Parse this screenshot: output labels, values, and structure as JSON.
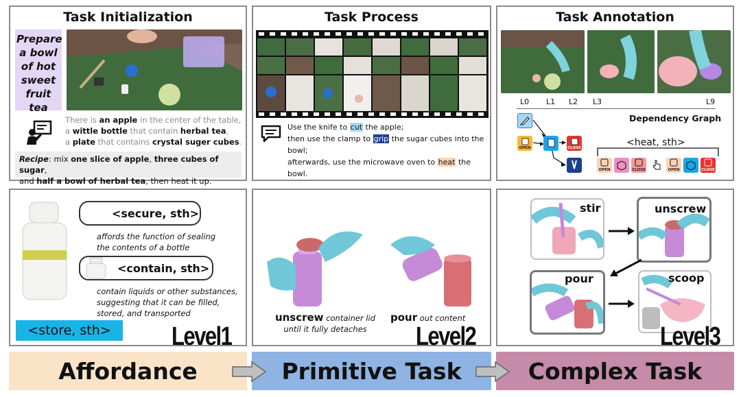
{
  "panels": {
    "init_title": "Task Initialization",
    "process_title": "Task Process",
    "annot_title": "Task Annotation"
  },
  "init": {
    "task_lines": [
      "Prepare",
      "a bowl",
      "of hot",
      "sweet",
      "fruit tea"
    ],
    "scene": {
      "p1": "There is ",
      "b1": "an apple",
      "p2": " in the center of the table,",
      "p3": "a ",
      "b2": "wittle bottle",
      "p4": " that contain ",
      "b3": "herbal tea",
      "p5": ",",
      "p6": "a ",
      "b4": "plate",
      "p7": " that contains ",
      "b5": "crystal suger cubes",
      "p8": "."
    },
    "recipe": {
      "label": "Recipe",
      "p1": ": mix ",
      "b1": "one slice of apple",
      "p2": ", ",
      "b2": "three cubes of sugar",
      "p3": ",",
      "p4": "and ",
      "b3": "half a bowl of herbal tea",
      "p5": ", then heat it up."
    }
  },
  "process": {
    "l1a": "Use the knife to ",
    "h1": "cut",
    "l1b": " the apple;",
    "l2a": "then use the clamp to ",
    "h2": "grip",
    "l2b": " the sugar cubes into the bowl;",
    "l3a": "afterwards, use the microwave oven to ",
    "h3": "heat",
    "l3b": " the bowl."
  },
  "annotation": {
    "levels": [
      "L0",
      "L1",
      "L2",
      "L3",
      "L9"
    ],
    "graph_title": "Dependency Graph",
    "heat_label": "<heat, sth>",
    "node_labels": {
      "open": "OPEN",
      "close": "CLOSE"
    }
  },
  "affordance": {
    "secure": "<secure, sth>",
    "secure_desc": [
      "affords the function of sealing",
      "the contents of a bottle"
    ],
    "contain": "<contain, sth>",
    "contain_desc": [
      "contain liquids or other substances,",
      "suggesting that it can be filled,",
      "stored, and transported"
    ],
    "store": "<store, sth>",
    "level": "Level1"
  },
  "primitive": {
    "unscrew_word": "unscrew",
    "unscrew_rest": " container lid",
    "unscrew_line2": "until it fully detaches",
    "pour_word": "pour",
    "pour_rest": " out content",
    "level": "Level2"
  },
  "complex": {
    "stir": "stir",
    "unscrew": "unscrew",
    "pour": "pour",
    "scoop": "scoop",
    "level": "Level3"
  },
  "bottom": {
    "affordance": "Affordance",
    "primitive": "Primitive Task",
    "complex": "Complex Task"
  },
  "colors": {
    "affordance_bg": "#fbe3c8",
    "primitive_bg": "#8fb3e3",
    "complex_bg": "#c58ba8",
    "task_box": "#e4d7f5",
    "store_bg": "#18b4e8",
    "cut_hl": "#a6d8f5",
    "grip_hl": "#1d3f8f",
    "heat_hl": "#fbd3b5"
  }
}
